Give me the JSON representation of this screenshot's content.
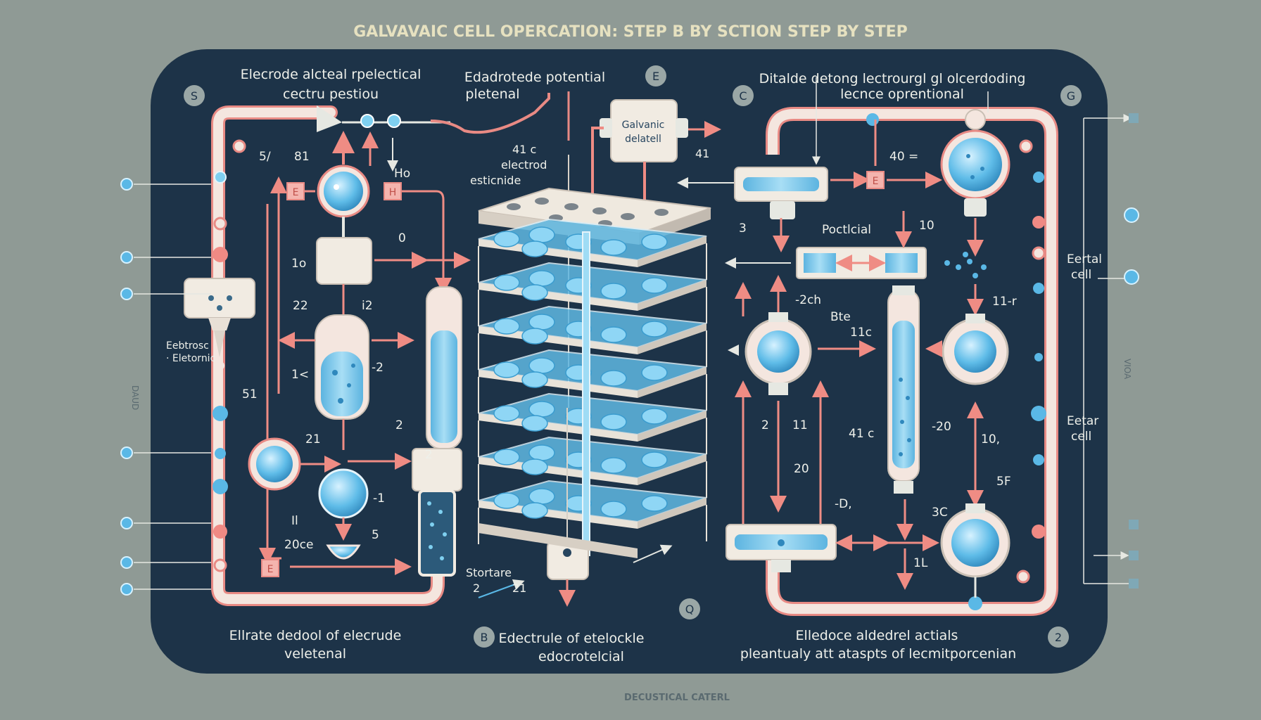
{
  "header": {
    "title": "GALVAVAIC CELL OPERCATION: STEP B BY SCTION STEP BY STEP"
  },
  "footer": {
    "caption": "DECUSTICAL CATERL"
  },
  "colors": {
    "page_bg": "#8f9a95",
    "panel_bg": "#1d3348",
    "pipe_fill": "#f4e6df",
    "pipe_stroke": "#e88a84",
    "arrow": "#ef8c84",
    "liquid": "#77c6ea",
    "liquid_dark": "#3aa0d4",
    "label_text": "#eef0ea",
    "title_text": "#e6e1c0"
  },
  "badges": {
    "top_left": "S",
    "top_center": "E",
    "top_right_c": "C",
    "top_far_right": "G",
    "bottom_center_b": "B",
    "bottom_center_q": "Q",
    "bottom_right_2": "2"
  },
  "left_section": {
    "caption_line1": "Elecrode alcteal rpelectical",
    "caption_line2": "cectru pestiou",
    "side_label_line1": "Eebtrosc",
    "side_label_line2": "· Eletornic",
    "box_label_top_left": "E",
    "box_label_top_right": "H",
    "box_label_bottom": "E",
    "numbers": [
      "5/",
      "81",
      "Ho",
      "0",
      "1o",
      "22",
      "i2",
      "1<",
      "-2",
      "2",
      "51",
      "21",
      "-1",
      "5",
      "2",
      "Il",
      "20ce"
    ],
    "bottom_caption_line1": "Ellrate dedool of elecrude",
    "bottom_caption_line2": "veletenal"
  },
  "center_section": {
    "caption_line1": "Edadrotede potential",
    "caption_line2": "pletenal",
    "cell_label_line1": "Galvanic",
    "cell_label_line2": "delatell",
    "electrode_label_line1": "41 c",
    "electrode_label_line2": "electrod",
    "electrode_label_line3": "esticnide",
    "right_number": "41",
    "storage_label": "Stortare",
    "storage_num1": "2",
    "storage_num2": "21",
    "bottom_caption_line1": "Edectrule of etelockle",
    "bottom_caption_line2": "edocrotelcial"
  },
  "right_section": {
    "caption_line1": "Ditalde detong lectrourgl gl olcerdoding",
    "caption_line2": "lecnce oprentional",
    "potential_label": "Poctlcial",
    "numbers": [
      "40 =",
      "3",
      "10",
      "-2ch",
      "Bte",
      "11c",
      "11-r",
      "2",
      "11",
      "20",
      "41 c",
      "-20",
      "10,",
      "5F",
      "-D,",
      "3C",
      "1L"
    ],
    "box_label": "E",
    "side_label_1_line1": "Eertal",
    "side_label_1_line2": "cell",
    "side_label_2_line1": "Eetar",
    "side_label_2_line1b": "cell",
    "bottom_caption_line1": "Elledoce aldedrel actials",
    "bottom_caption_line2": "pleantualy att ataspts of lecmitporcenian"
  },
  "margin_marks": {
    "left_side": "DAUD",
    "right_side": "VIOA"
  }
}
